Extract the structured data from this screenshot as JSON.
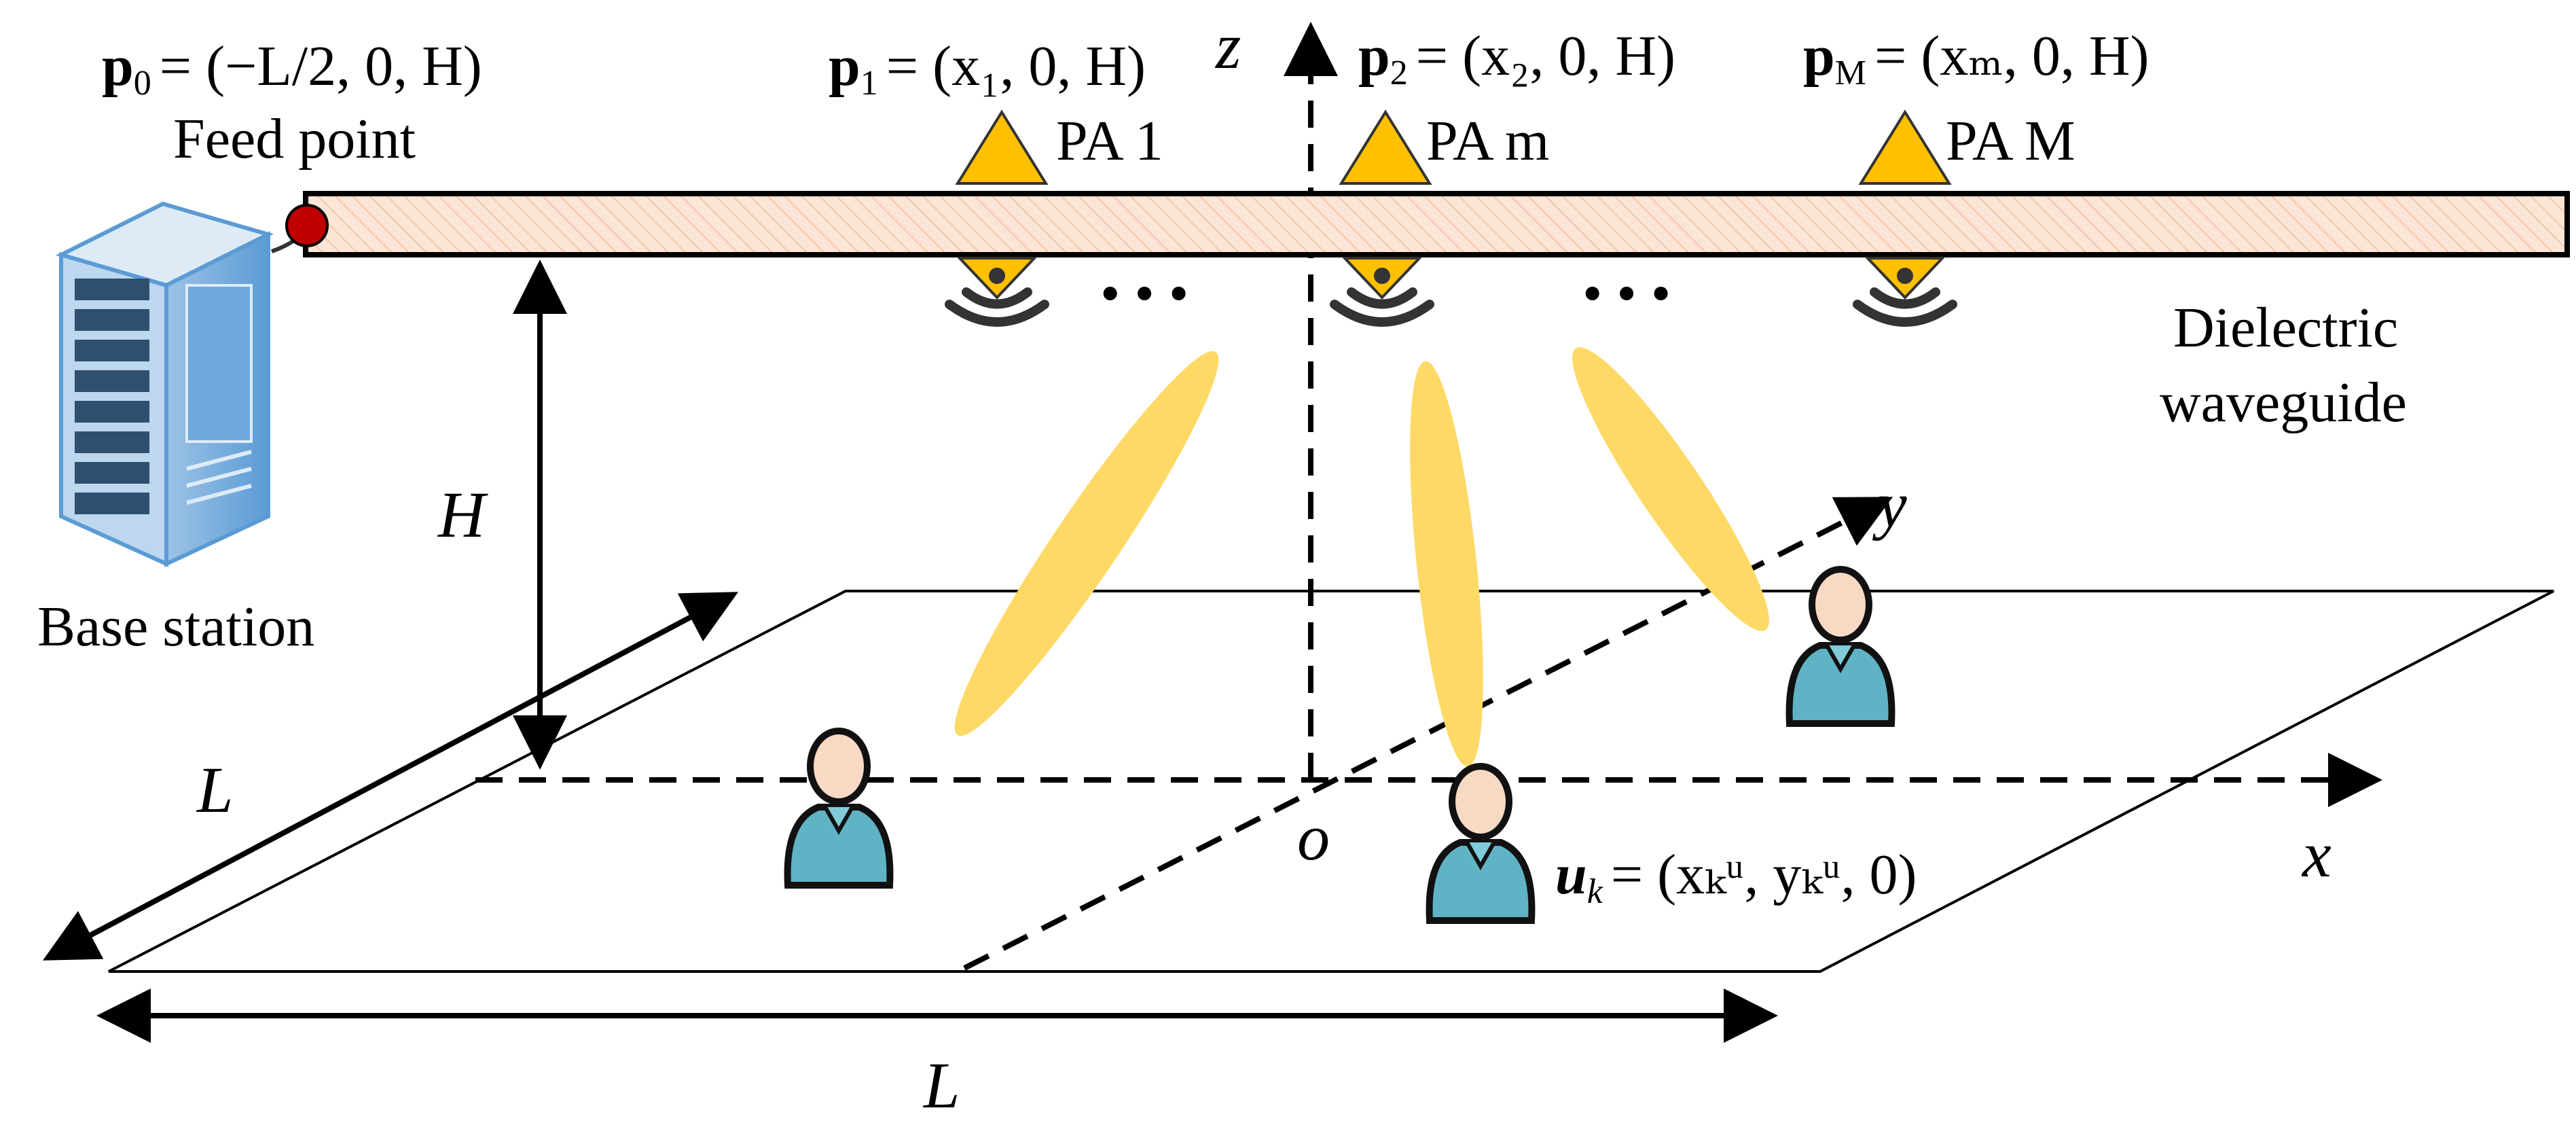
{
  "labels": {
    "p0": {
      "bold": "p",
      "sub": "0",
      "expr": "= (−L/2, 0, H)"
    },
    "p1": {
      "bold": "p",
      "sub": "1",
      "expr": "= (x₁, 0, H)"
    },
    "p2": {
      "bold": "p",
      "sub": "2",
      "expr": "= (x₂, 0, H)"
    },
    "pM": {
      "bold": "p",
      "sub": "M",
      "expr": "= (xₘ, 0, H)"
    },
    "feed_point": "Feed point",
    "pa1": "PA 1",
    "pam": "PA m",
    "paM": "PA M",
    "ellipsis": "• • •",
    "dielectric": "Dielectric",
    "waveguide": "waveguide",
    "base_station": "Base station",
    "H": "H",
    "L": "L",
    "z": "z",
    "y": "y",
    "x": "x",
    "o": "o",
    "uk": {
      "bold": "u",
      "sub": "k",
      "expr": "= (xₖᵘ, yₖᵘ, 0)"
    }
  },
  "colors": {
    "antenna": "#FFC000",
    "beam": "#FFD966",
    "waveguide_fill": "#FBE5D6",
    "feed": "#C00000",
    "server": "#5B9BD5",
    "user_body": "#5FB3C5",
    "user_head": "#F8D9C4"
  }
}
